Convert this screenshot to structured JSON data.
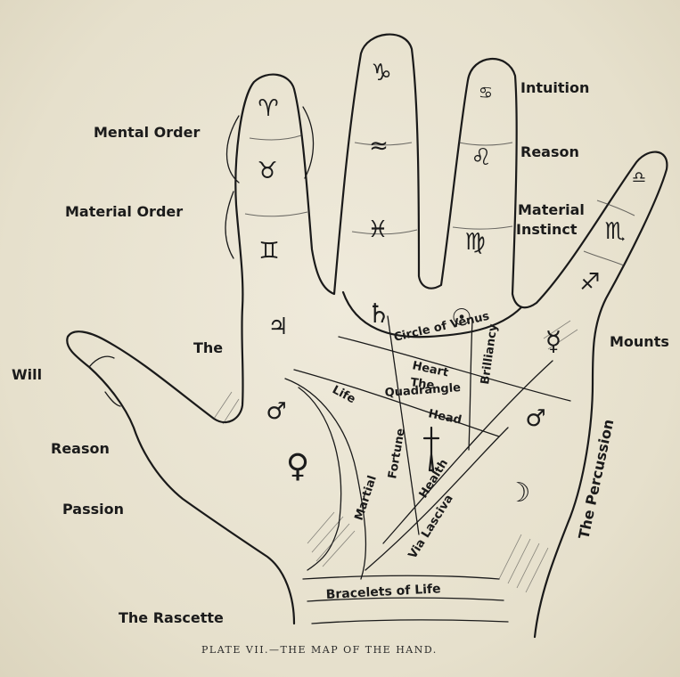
{
  "labels": {
    "mental_order": "Mental Order",
    "material_order": "Material Order",
    "the": "The",
    "will": "Will",
    "reason_thumb": "Reason",
    "passion": "Passion",
    "rascette": "The Rascette",
    "intuition": "Intuition",
    "reason_finger": "Reason",
    "material_instinct_1": "Material",
    "material_instinct_2": "Instinct",
    "mounts": "Mounts",
    "percussion": "The Percussion"
  },
  "palm_labels": {
    "circle_of_venus": "Circle of Venus",
    "heart": "Heart",
    "the": "The",
    "quadrangle": "Quadrangle",
    "head": "Head",
    "life": "Life",
    "brilliancy": "Brilliancy",
    "fortune": "Fortune",
    "health": "Health",
    "via_lasciva": "Via Lasciva",
    "martial": "Martial",
    "bracelets": "Bracelets of Life"
  },
  "symbols": {
    "aries": "♈",
    "taurus": "♉",
    "gemini": "♊",
    "capricorn": "♑",
    "aquarius": "≈",
    "pisces": "♓",
    "cancer": "♋",
    "leo": "♌",
    "virgo": "♍",
    "libra": "♎",
    "scorpio": "♏",
    "sagittarius": "♐",
    "jupiter": "♃",
    "saturn": "♄",
    "sun": "☉",
    "mercury": "☿",
    "mars_upper": "♂",
    "mars_lower": "♂",
    "venus": "♀",
    "moon": "☽"
  },
  "caption": "PLATE VII.—THE MAP OF THE HAND."
}
